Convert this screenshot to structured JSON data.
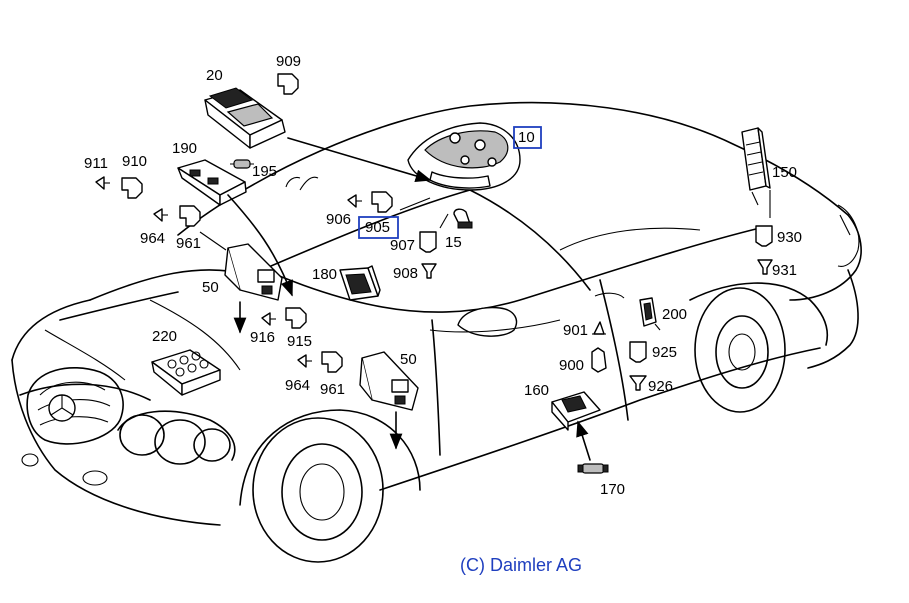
{
  "labels": {
    "l909": "909",
    "l20": "20",
    "l190": "190",
    "l911": "911",
    "l910": "910",
    "l195": "195",
    "l964": "964",
    "l961": "961",
    "l10": "10",
    "l906": "906",
    "l905": "905",
    "l907": "907",
    "l15": "15",
    "l908": "908",
    "l180": "180",
    "l50": "50",
    "l916": "916",
    "l915": "915",
    "l220": "220",
    "l150": "150",
    "l930": "930",
    "l931": "931",
    "l200": "200",
    "l901": "901",
    "l900": "900",
    "l925": "925",
    "l926": "926",
    "l160": "160",
    "l170": "170"
  },
  "copyright": "(C) Daimler AG",
  "colors": {
    "line": "#000000",
    "highlight": "#1f3fbf",
    "copyright": "#1f3fbf",
    "background": "#ffffff"
  }
}
